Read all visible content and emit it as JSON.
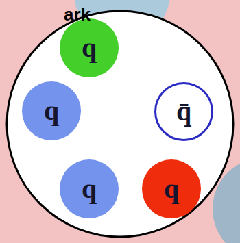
{
  "diagram": {
    "nodes": [
      {
        "text": [
          "q"
        ]
      },
      {
        "text": [
          "q"
        ]
      },
      {
        "text": [
          "q̄"
        ]
      },
      {
        "text": [
          "q"
        ]
      },
      {
        "text": [
          "q"
        ]
      }
    ],
    "labels": [
      "ark"
    ]
  }
}
